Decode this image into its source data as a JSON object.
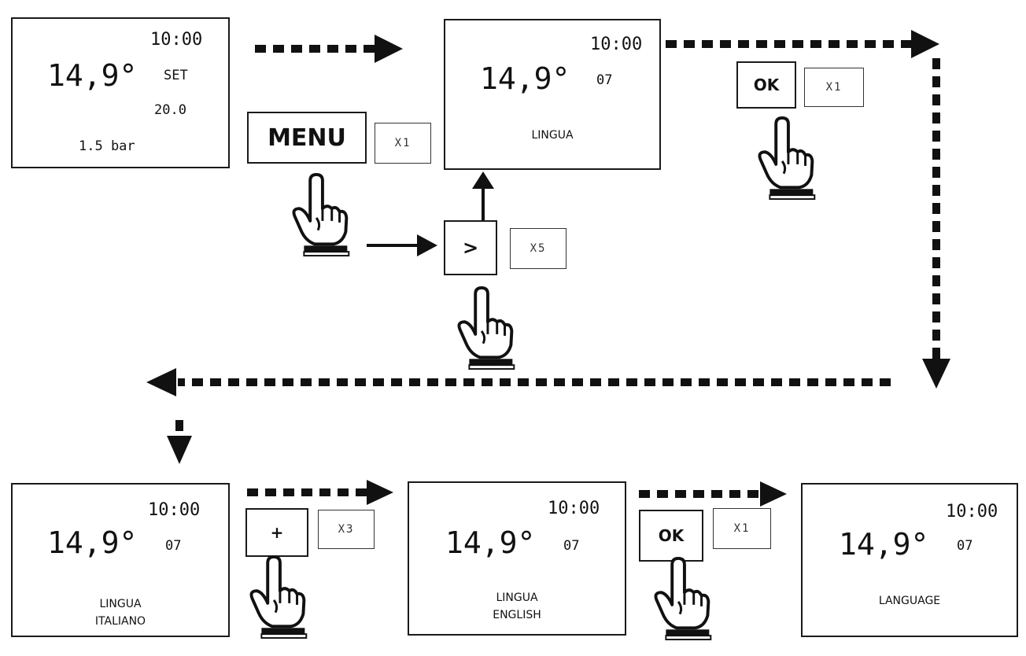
{
  "screens": [
    {
      "time": "10:00",
      "temp": "14,9°",
      "extra": "SET",
      "setpoint": "20.0",
      "pressure": "1.5 bar"
    },
    {
      "time": "10:00",
      "temp": "14,9°",
      "code": "07",
      "line1": "LINGUA"
    },
    {
      "time": "10:00",
      "temp": "14,9°",
      "code": "07",
      "line1": "LINGUA",
      "line2": "ITALIANO"
    },
    {
      "time": "10:00",
      "temp": "14,9°",
      "code": "07",
      "line1": "LINGUA",
      "line2": "ENGLISH"
    },
    {
      "time": "10:00",
      "temp": "14,9°",
      "code": "07",
      "line1": "LANGUAGE"
    }
  ],
  "buttons": {
    "menu": {
      "label": "MENU",
      "count": "X1"
    },
    "right": {
      "label": ">",
      "count": "X5"
    },
    "ok_first": {
      "label": "OK",
      "count": "X1"
    },
    "plus": {
      "label": "+",
      "count": "X3"
    },
    "ok_second": {
      "label": "OK",
      "count": "X1"
    }
  },
  "icons": {
    "hand": "pointing-hand-icon"
  }
}
